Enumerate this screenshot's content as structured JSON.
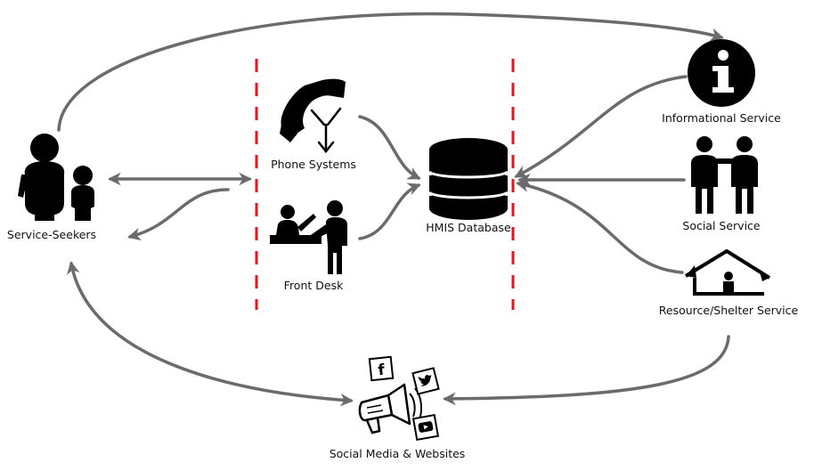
{
  "nodes": {
    "service_seekers": {
      "label": "Service-Seekers",
      "icon": "family-icon"
    },
    "phone_systems": {
      "label": "Phone Systems",
      "icon": "telephone-icon"
    },
    "front_desk": {
      "label": "Front Desk",
      "icon": "front-desk-icon"
    },
    "hmis_database": {
      "label": "HMIS Database",
      "icon": "database-icon"
    },
    "informational_service": {
      "label": "Informational Service",
      "icon": "info-icon"
    },
    "social_service": {
      "label": "Social Service",
      "icon": "people-icon"
    },
    "resource_shelter_service": {
      "label": "Resource/Shelter Service",
      "icon": "shelter-icon"
    },
    "social_media_websites": {
      "label": "Social Media & Websites",
      "icon": "megaphone-icon"
    }
  },
  "colors": {
    "arrow": "#6b6b6b",
    "divider": "#e8161b",
    "icon": "#000000"
  }
}
